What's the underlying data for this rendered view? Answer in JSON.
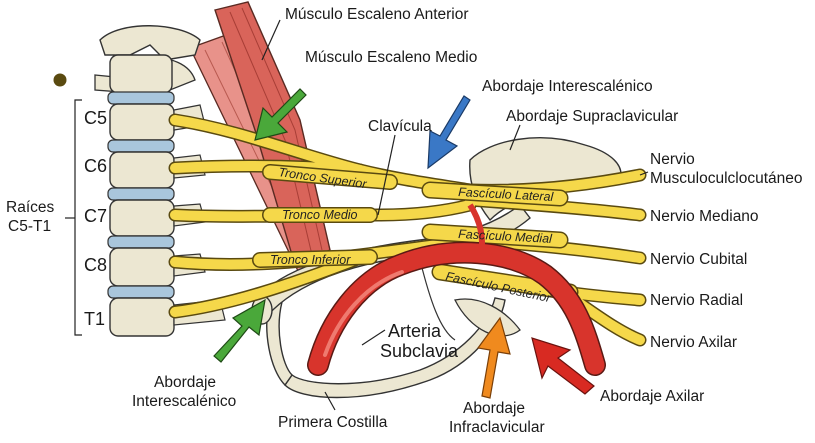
{
  "labels": {
    "escaleno_anterior": "Músculo Escaleno Anterior",
    "escaleno_medio": "Músculo Escaleno Medio",
    "abordaje_interescalenico_top": "Abordaje Interescalénico",
    "abordaje_supraclavicular": "Abordaje Supraclavicular",
    "clavicula": "Clavícula",
    "raices_line1": "Raíces",
    "raices_line2": "C5-T1",
    "c5": "C5",
    "c6": "C6",
    "c7": "C7",
    "c8": "C8",
    "t1": "T1",
    "tronco_superior": "Tronco Superior",
    "tronco_medio": "Tronco Medio",
    "tronco_inferior": "Tronco Inferior",
    "fasciculo_lateral": "Fascículo Lateral",
    "fasciculo_medial": "Fascículo Medial",
    "fasciculo_posterior": "Fascículo Posterior",
    "arteria_line1": "Arteria",
    "arteria_line2": "Subclavia",
    "primera_costilla": "Primera Costilla",
    "abordaje_interescalenico_bottom_line1": "Abordaje",
    "abordaje_interescalenico_bottom_line2": "Interescalénico",
    "abordaje_infraclavicular_line1": "Abordaje",
    "abordaje_infraclavicular_line2": "Infraclavicular",
    "abordaje_axilar": "Abordaje Axilar",
    "nervio_musculo_line1": "Nervio",
    "nervio_musculo_line2": "Musculoculclocutáneo",
    "nervio_mediano": "Nervio Mediano",
    "nervio_cubital": "Nervio Cubital",
    "nervio_radial": "Nervio Radial",
    "nervio_axilar": "Nervio Axilar"
  },
  "colors": {
    "nerve": "#f5d84a",
    "nerve_outline": "#5a4a10",
    "artery": "#d8342c",
    "muscle": "#d9645a",
    "bone": "#ece7d2",
    "disc": "#a9c6dc",
    "arrow_green": "#4aa83a",
    "arrow_blue": "#3a78c6",
    "arrow_orange": "#f08a1e",
    "arrow_red": "#d82a22"
  }
}
